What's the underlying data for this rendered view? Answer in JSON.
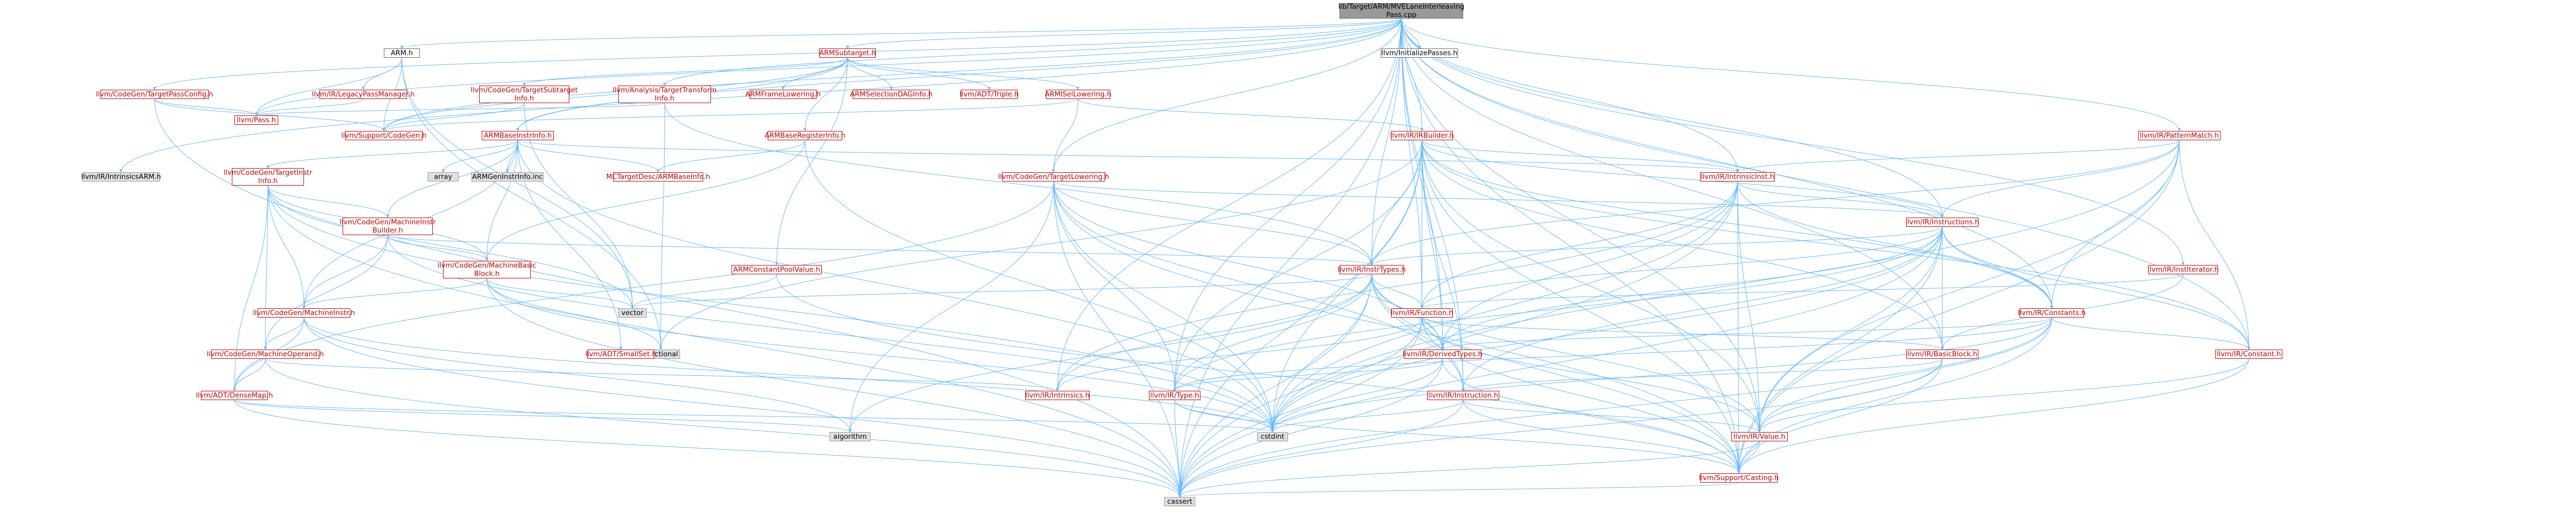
{
  "nodes": [
    {
      "id": "root",
      "label": "lib/Target/ARM/MVELaneInterleaving\nPass.cpp",
      "kind": "root"
    },
    {
      "id": "arm_h",
      "label": "ARM.h",
      "kind": "plain"
    },
    {
      "id": "armsub",
      "label": "ARMSubtarget.h",
      "kind": "link"
    },
    {
      "id": "initpasses",
      "label": "llvm/InitializePasses.h",
      "kind": "plain"
    },
    {
      "id": "tpc",
      "label": "llvm/CodeGen/TargetPassConfig.h",
      "kind": "link"
    },
    {
      "id": "legacypm",
      "label": "llvm/IR/LegacyPassManager.h",
      "kind": "link"
    },
    {
      "id": "tsubinfo",
      "label": "llvm/CodeGen/TargetSubtarget\nInfo.h",
      "kind": "link"
    },
    {
      "id": "tti",
      "label": "llvm/Analysis/TargetTransform\nInfo.h",
      "kind": "link"
    },
    {
      "id": "armframe",
      "label": "ARMFrameLowering.h",
      "kind": "link"
    },
    {
      "id": "armsel",
      "label": "ARMSelectionDAGInfo.h",
      "kind": "link"
    },
    {
      "id": "triple",
      "label": "llvm/ADT/Triple.h",
      "kind": "link"
    },
    {
      "id": "armisel",
      "label": "ARMISelLowering.h",
      "kind": "link"
    },
    {
      "id": "pass",
      "label": "llvm/Pass.h",
      "kind": "link"
    },
    {
      "id": "codegen",
      "label": "llvm/Support/CodeGen.h",
      "kind": "link"
    },
    {
      "id": "armbase",
      "label": "ARMBaseInstrInfo.h",
      "kind": "link"
    },
    {
      "id": "armreg",
      "label": "ARMBaseRegisterInfo.h",
      "kind": "link"
    },
    {
      "id": "irbuilder",
      "label": "llvm/IR/IRBuilder.h",
      "kind": "link"
    },
    {
      "id": "patternmatch",
      "label": "llvm/IR/PatternMatch.h",
      "kind": "link"
    },
    {
      "id": "intrinsicsarm",
      "label": "llvm/IR/IntrinsicsARM.h",
      "kind": "ext"
    },
    {
      "id": "tii",
      "label": "llvm/CodeGen/TargetInstr\nInfo.h",
      "kind": "link"
    },
    {
      "id": "array",
      "label": "array",
      "kind": "ext"
    },
    {
      "id": "armgenreg",
      "label": "ARMGenInstrInfo.inc",
      "kind": "ext"
    },
    {
      "id": "mcarm",
      "label": "MCTargetDesc/ARMBaseInfo.h",
      "kind": "link"
    },
    {
      "id": "tlow",
      "label": "llvm/CodeGen/TargetLowering.h",
      "kind": "link"
    },
    {
      "id": "intrinsicinst",
      "label": "llvm/IR/IntrinsicInst.h",
      "kind": "link"
    },
    {
      "id": "mib",
      "label": "llvm/CodeGen/MachineInstr\nBuilder.h",
      "kind": "link"
    },
    {
      "id": "mbb",
      "label": "llvm/CodeGen/MachineBasic\nBlock.h",
      "kind": "link"
    },
    {
      "id": "instructions",
      "label": "llvm/IR/Instructions.h",
      "kind": "link"
    },
    {
      "id": "armcpv",
      "label": "ARMConstantPoolValue.h",
      "kind": "link"
    },
    {
      "id": "insttypes",
      "label": "llvm/IR/InstrTypes.h",
      "kind": "link"
    },
    {
      "id": "institer",
      "label": "llvm/IR/InstIterator.h",
      "kind": "link"
    },
    {
      "id": "vector",
      "label": "vector",
      "kind": "ext"
    },
    {
      "id": "functional",
      "label": "functional",
      "kind": "ext"
    },
    {
      "id": "mi",
      "label": "llvm/CodeGen/MachineInstr.h",
      "kind": "link"
    },
    {
      "id": "smallset",
      "label": "llvm/ADT/SmallSet.h",
      "kind": "link"
    },
    {
      "id": "function",
      "label": "llvm/IR/Function.h",
      "kind": "link"
    },
    {
      "id": "constants",
      "label": "llvm/IR/Constants.h",
      "kind": "link"
    },
    {
      "id": "mo",
      "label": "llvm/CodeGen/MachineOperand.h",
      "kind": "link"
    },
    {
      "id": "derivedtypes",
      "label": "llvm/IR/DerivedTypes.h",
      "kind": "link"
    },
    {
      "id": "basicblock",
      "label": "llvm/IR/BasicBlock.h",
      "kind": "link"
    },
    {
      "id": "constant",
      "label": "llvm/IR/Constant.h",
      "kind": "link"
    },
    {
      "id": "densemap",
      "label": "llvm/ADT/DenseMap.h",
      "kind": "link"
    },
    {
      "id": "intrinsics",
      "label": "llvm/IR/Intrinsics.h",
      "kind": "link"
    },
    {
      "id": "type",
      "label": "llvm/IR/Type.h",
      "kind": "link"
    },
    {
      "id": "instruction",
      "label": "llvm/IR/Instruction.h",
      "kind": "link"
    },
    {
      "id": "algorithm",
      "label": "algorithm",
      "kind": "ext"
    },
    {
      "id": "cstdint",
      "label": "cstdint",
      "kind": "ext"
    },
    {
      "id": "value",
      "label": "llvm/IR/Value.h",
      "kind": "link"
    },
    {
      "id": "casting",
      "label": "llvm/Support/Casting.h",
      "kind": "link"
    },
    {
      "id": "cassert",
      "label": "cassert",
      "kind": "ext"
    }
  ],
  "edges": [
    [
      "root",
      "arm_h"
    ],
    [
      "root",
      "armsub"
    ],
    [
      "root",
      "initpasses"
    ],
    [
      "root",
      "tpc"
    ],
    [
      "root",
      "tti"
    ],
    [
      "root",
      "irbuilder"
    ],
    [
      "root",
      "patternmatch"
    ],
    [
      "root",
      "intrinsicsarm"
    ],
    [
      "root",
      "tlow"
    ],
    [
      "root",
      "intrinsicinst"
    ],
    [
      "root",
      "instructions"
    ],
    [
      "root",
      "insttypes"
    ],
    [
      "root",
      "institer"
    ],
    [
      "root",
      "function"
    ],
    [
      "root",
      "constants"
    ],
    [
      "root",
      "basicblock"
    ],
    [
      "root",
      "constant"
    ],
    [
      "root",
      "derivedtypes"
    ],
    [
      "root",
      "intrinsics"
    ],
    [
      "root",
      "type"
    ],
    [
      "root",
      "instruction"
    ],
    [
      "root",
      "value"
    ],
    [
      "root",
      "casting"
    ],
    [
      "root",
      "cassert"
    ],
    [
      "root",
      "pass"
    ],
    [
      "root",
      "armbase"
    ],
    [
      "root",
      "codegen"
    ],
    [
      "arm_h",
      "legacypm"
    ],
    [
      "arm_h",
      "codegen"
    ],
    [
      "arm_h",
      "pass"
    ],
    [
      "arm_h",
      "functional"
    ],
    [
      "arm_h",
      "vector"
    ],
    [
      "legacypm",
      "pass"
    ],
    [
      "tpc",
      "pass"
    ],
    [
      "tpc",
      "codegen"
    ],
    [
      "tpc",
      "cassert"
    ],
    [
      "tpc",
      "string_ext"
    ],
    [
      "armsub",
      "tsubinfo"
    ],
    [
      "armsub",
      "armframe"
    ],
    [
      "armsub",
      "armsel"
    ],
    [
      "armsub",
      "triple"
    ],
    [
      "armsub",
      "armisel"
    ],
    [
      "armsub",
      "armbase"
    ],
    [
      "armsub",
      "armreg"
    ],
    [
      "armsub",
      "codegen"
    ],
    [
      "armsub",
      "armcpv"
    ],
    [
      "tsubinfo",
      "codegen"
    ],
    [
      "tsubinfo",
      "vector"
    ],
    [
      "tti",
      "pass"
    ],
    [
      "tti",
      "insttypes"
    ],
    [
      "tti",
      "functional"
    ],
    [
      "armisel",
      "tlow"
    ],
    [
      "armisel",
      "irbuilder"
    ],
    [
      "armisel",
      "codegen"
    ],
    [
      "armreg",
      "mcarm"
    ],
    [
      "armreg",
      "mbb"
    ],
    [
      "armreg",
      "cstdint"
    ],
    [
      "armbase",
      "tii"
    ],
    [
      "armbase",
      "array"
    ],
    [
      "armbase",
      "armgenreg"
    ],
    [
      "armbase",
      "mcarm"
    ],
    [
      "armbase",
      "mib"
    ],
    [
      "armbase",
      "mbb"
    ],
    [
      "armbase",
      "mi"
    ],
    [
      "armbase",
      "smallset"
    ],
    [
      "armbase",
      "intrinsicinst"
    ],
    [
      "armbase",
      "cstdint"
    ],
    [
      "tii",
      "mib"
    ],
    [
      "tii",
      "mbb"
    ],
    [
      "tii",
      "mi"
    ],
    [
      "tii",
      "mo"
    ],
    [
      "tii",
      "densemap"
    ],
    [
      "tii",
      "cassert"
    ],
    [
      "tii",
      "cstdint"
    ],
    [
      "tii",
      "vector"
    ],
    [
      "mib",
      "mbb"
    ],
    [
      "mib",
      "mi"
    ],
    [
      "mib",
      "mo"
    ],
    [
      "mib",
      "insttypes"
    ],
    [
      "mib",
      "cstdint"
    ],
    [
      "mbb",
      "mi"
    ],
    [
      "mbb",
      "vector"
    ],
    [
      "mbb",
      "functional"
    ],
    [
      "mbb",
      "cassert"
    ],
    [
      "mbb",
      "cstdint"
    ],
    [
      "mi",
      "mo"
    ],
    [
      "mi",
      "densemap"
    ],
    [
      "mi",
      "cassert"
    ],
    [
      "mi",
      "cstdint"
    ],
    [
      "mi",
      "algorithm"
    ],
    [
      "mo",
      "densemap"
    ],
    [
      "mo",
      "cassert"
    ],
    [
      "mo",
      "intrinsics"
    ],
    [
      "smallset",
      "functional"
    ],
    [
      "tlow",
      "insttypes"
    ],
    [
      "tlow",
      "instructions"
    ],
    [
      "tlow",
      "derivedtypes"
    ],
    [
      "tlow",
      "type"
    ],
    [
      "tlow",
      "instruction"
    ],
    [
      "tlow",
      "densemap"
    ],
    [
      "tlow",
      "algorithm"
    ],
    [
      "tlow",
      "cassert"
    ],
    [
      "tlow",
      "cstdint"
    ],
    [
      "tlow",
      "casting"
    ],
    [
      "armcpv",
      "vector"
    ],
    [
      "armcpv",
      "casting"
    ],
    [
      "irbuilder",
      "intrinsicinst"
    ],
    [
      "irbuilder",
      "instructions"
    ],
    [
      "irbuilder",
      "insttypes"
    ],
    [
      "irbuilder",
      "function"
    ],
    [
      "irbuilder",
      "constants"
    ],
    [
      "irbuilder",
      "basicblock"
    ],
    [
      "irbuilder",
      "constant"
    ],
    [
      "irbuilder",
      "derivedtypes"
    ],
    [
      "irbuilder",
      "type"
    ],
    [
      "irbuilder",
      "instruction"
    ],
    [
      "irbuilder",
      "value"
    ],
    [
      "irbuilder",
      "casting"
    ],
    [
      "irbuilder",
      "cassert"
    ],
    [
      "irbuilder",
      "cstdint"
    ],
    [
      "irbuilder",
      "functional"
    ],
    [
      "patternmatch",
      "instructions"
    ],
    [
      "patternmatch",
      "insttypes"
    ],
    [
      "patternmatch",
      "constants"
    ],
    [
      "patternmatch",
      "constant"
    ],
    [
      "patternmatch",
      "intrinsicinst"
    ],
    [
      "patternmatch",
      "value"
    ],
    [
      "patternmatch",
      "casting"
    ],
    [
      "patternmatch",
      "cstdint"
    ],
    [
      "intrinsicinst",
      "instructions"
    ],
    [
      "intrinsicinst",
      "function"
    ],
    [
      "intrinsicinst",
      "derivedtypes"
    ],
    [
      "intrinsicinst",
      "intrinsics"
    ],
    [
      "intrinsicinst",
      "value"
    ],
    [
      "intrinsicinst",
      "casting"
    ],
    [
      "intrinsicinst",
      "cassert"
    ],
    [
      "intrinsicinst",
      "cstdint"
    ],
    [
      "intrinsicinst",
      "constants"
    ],
    [
      "instructions",
      "insttypes"
    ],
    [
      "instructions",
      "function"
    ],
    [
      "instructions",
      "constant"
    ],
    [
      "instructions",
      "derivedtypes"
    ],
    [
      "instructions",
      "basicblock"
    ],
    [
      "instructions",
      "instruction"
    ],
    [
      "instructions",
      "type"
    ],
    [
      "instructions",
      "value"
    ],
    [
      "instructions",
      "casting"
    ],
    [
      "instructions",
      "cassert"
    ],
    [
      "instructions",
      "cstdint"
    ],
    [
      "instructions",
      "constants"
    ],
    [
      "insttypes",
      "function"
    ],
    [
      "insttypes",
      "derivedtypes"
    ],
    [
      "insttypes",
      "instruction"
    ],
    [
      "insttypes",
      "type"
    ],
    [
      "insttypes",
      "value"
    ],
    [
      "insttypes",
      "casting"
    ],
    [
      "insttypes",
      "cassert"
    ],
    [
      "insttypes",
      "cstdint"
    ],
    [
      "insttypes",
      "vector"
    ],
    [
      "insttypes",
      "algorithm"
    ],
    [
      "insttypes",
      "intrinsics"
    ],
    [
      "institer",
      "function"
    ],
    [
      "institer",
      "basicblock"
    ],
    [
      "function",
      "derivedtypes"
    ],
    [
      "function",
      "basicblock"
    ],
    [
      "function",
      "value"
    ],
    [
      "function",
      "intrinsics"
    ],
    [
      "function",
      "casting"
    ],
    [
      "function",
      "cassert"
    ],
    [
      "function",
      "cstdint"
    ],
    [
      "constants",
      "constant"
    ],
    [
      "constants",
      "derivedtypes"
    ],
    [
      "constants",
      "type"
    ],
    [
      "constants",
      "value"
    ],
    [
      "constants",
      "casting"
    ],
    [
      "constants",
      "cassert"
    ],
    [
      "constants",
      "cstdint"
    ],
    [
      "derivedtypes",
      "type"
    ],
    [
      "derivedtypes",
      "casting"
    ],
    [
      "derivedtypes",
      "cassert"
    ],
    [
      "derivedtypes",
      "cstdint"
    ],
    [
      "basicblock",
      "instruction"
    ],
    [
      "basicblock",
      "value"
    ],
    [
      "basicblock",
      "casting"
    ],
    [
      "basicblock",
      "cassert"
    ],
    [
      "constant",
      "value"
    ],
    [
      "constant",
      "casting"
    ],
    [
      "densemap",
      "algorithm"
    ],
    [
      "densemap",
      "cassert"
    ],
    [
      "densemap",
      "cstdint"
    ],
    [
      "type",
      "casting"
    ],
    [
      "type",
      "cassert"
    ],
    [
      "type",
      "cstdint"
    ],
    [
      "instruction",
      "value"
    ],
    [
      "instruction",
      "casting"
    ],
    [
      "instruction",
      "cstdint"
    ],
    [
      "instruction",
      "cassert"
    ],
    [
      "value",
      "casting"
    ],
    [
      "value",
      "cassert"
    ],
    [
      "casting",
      "cassert"
    ]
  ]
}
